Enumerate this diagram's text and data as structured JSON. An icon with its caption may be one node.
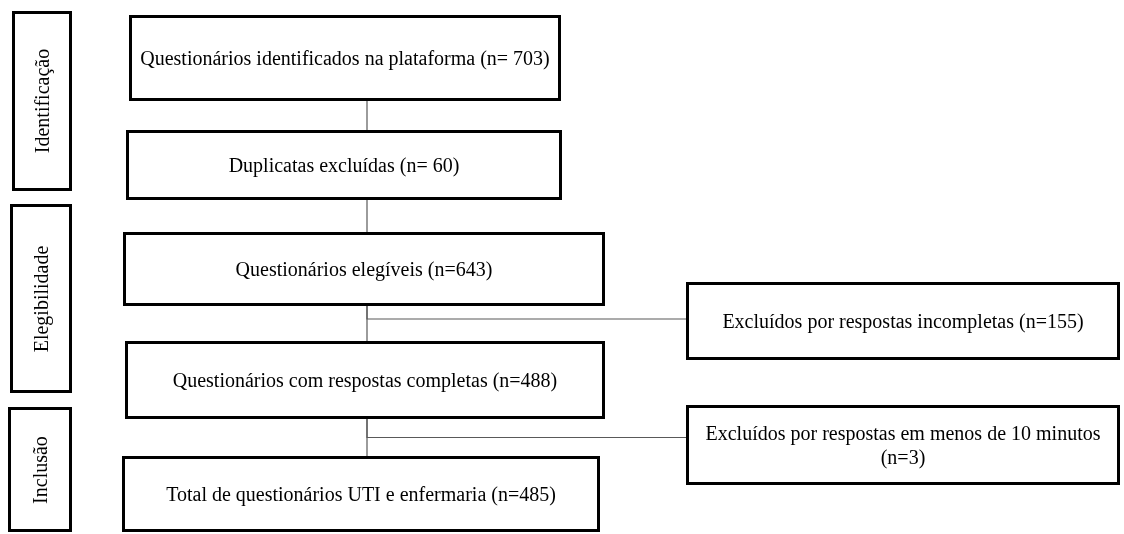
{
  "diagram": {
    "nodes": [
      {
        "text": [
          "Identificação"
        ]
      },
      {
        "text": [
          "Elegibilidade"
        ]
      },
      {
        "text": [
          "Inclusão"
        ]
      },
      {
        "text": [
          "Questionários identificados na plataforma (n= 703)"
        ]
      },
      {
        "text": [
          "Duplicatas excluídas (n= 60)"
        ]
      },
      {
        "text": [
          "Questionários elegíveis (n=643)"
        ]
      },
      {
        "text": [
          "Questionários com respostas completas (n=488)"
        ]
      },
      {
        "text": [
          "Total de questionários UTI e enfermaria (n=485)"
        ]
      },
      {
        "text": [
          "Excluídos por respostas incompletas (n=155)"
        ]
      },
      {
        "text": [
          "Excluídos por respostas em menos de 10 minutos (n=3)"
        ]
      }
    ],
    "edges": [
      {
        "from": 3,
        "to": 4,
        "arrow": "none"
      },
      {
        "from": 4,
        "to": 5,
        "arrow": "none"
      },
      {
        "from": 5,
        "to": 6,
        "arrow": "none"
      },
      {
        "from": 5,
        "to": 8,
        "arrow": "none"
      },
      {
        "from": 6,
        "to": 7,
        "arrow": "none"
      },
      {
        "from": 6,
        "to": 9,
        "arrow": "none"
      }
    ]
  }
}
